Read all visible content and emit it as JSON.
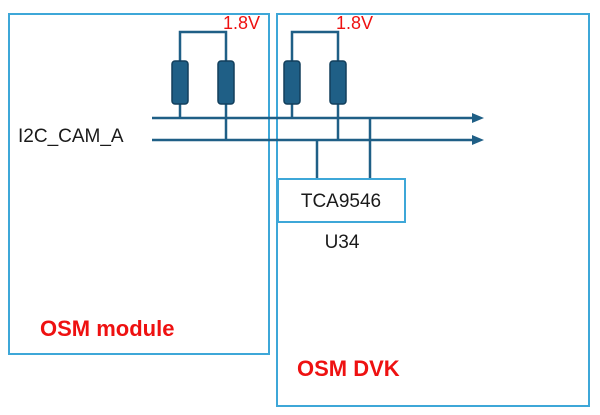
{
  "colors": {
    "box_border": "#3ea7d8",
    "wire": "#1f5f86",
    "resistor_fill": "#1f5f86",
    "label_red": "#ee1111",
    "label_black": "#1a1a1a"
  },
  "module_box": {
    "label": "OSM module"
  },
  "dvk_box": {
    "label": "OSM DVK"
  },
  "pullups_module": {
    "voltage": "1.8V"
  },
  "pullups_dvk": {
    "voltage": "1.8V"
  },
  "bus": {
    "label": "I2C_CAM_A"
  },
  "switch_chip": {
    "part": "TCA9546",
    "designator": "U34"
  }
}
